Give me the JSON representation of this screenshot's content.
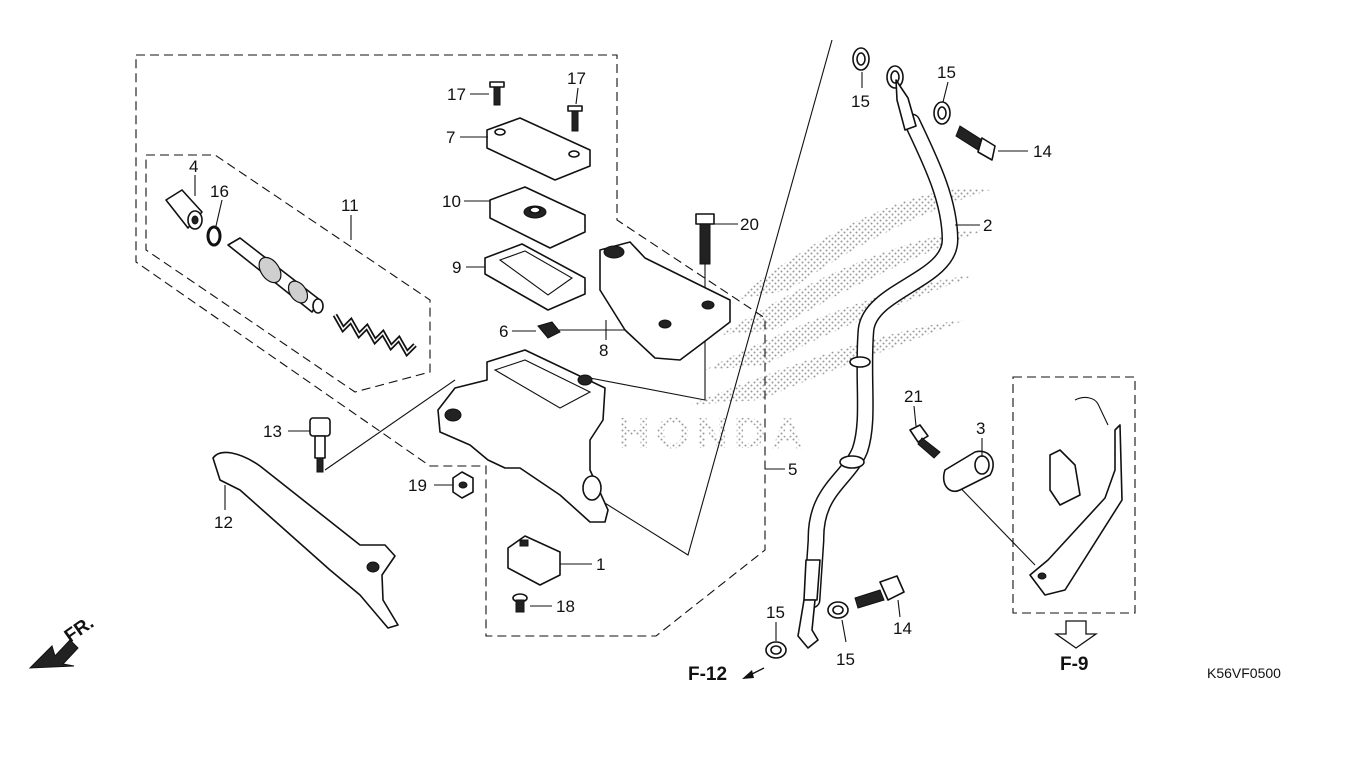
{
  "diagram": {
    "watermark_text": "HONDA",
    "part_labels": {
      "p1": "1",
      "p2": "2",
      "p3": "3",
      "p4": "4",
      "p5": "5",
      "p6": "6",
      "p7": "7",
      "p8": "8",
      "p9": "9",
      "p10": "10",
      "p11": "11",
      "p12": "12",
      "p13": "13",
      "p14a": "14",
      "p14b": "14",
      "p15a": "15",
      "p15b": "15",
      "p15c": "15",
      "p15d": "15",
      "p16": "16",
      "p17a": "17",
      "p17b": "17",
      "p18": "18",
      "p19": "19",
      "p20": "20",
      "p21": "21"
    },
    "front_marker": "FR.",
    "ref_f12": "F-12",
    "ref_f9": "F-9",
    "drawing_code": "K56VF0500"
  }
}
